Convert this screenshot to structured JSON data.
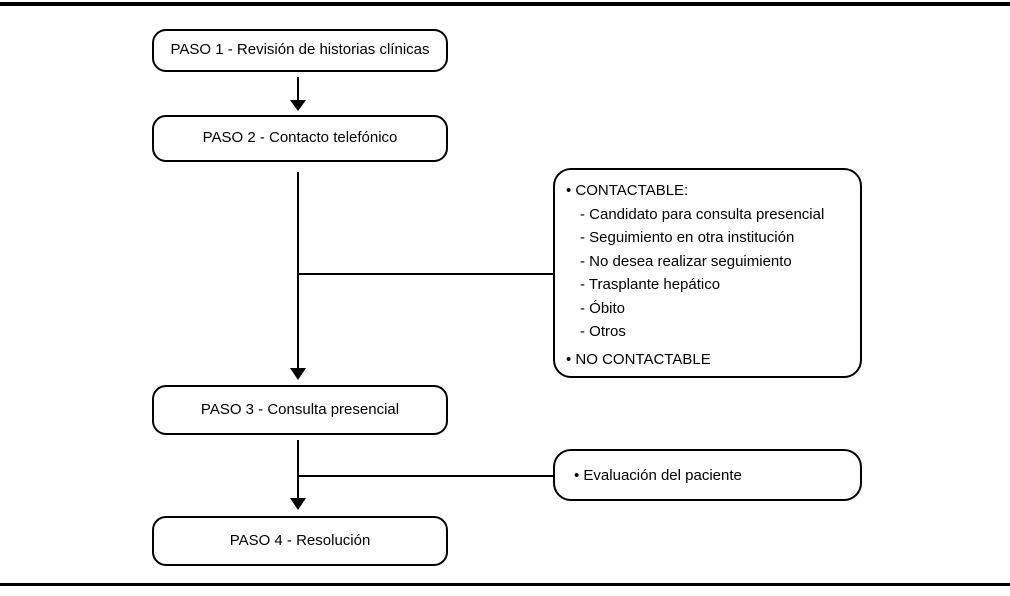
{
  "flow": {
    "colors": {
      "line": "#000000",
      "background": "#ffffff",
      "text": "#000000"
    },
    "steps": [
      {
        "label": "PASO 1 - Revisión de historias clínicas"
      },
      {
        "label": "PASO 2 - Contacto telefónico"
      },
      {
        "label": "PASO 3 - Consulta presencial"
      },
      {
        "label": "PASO 4 - Resolución"
      }
    ],
    "contact_outcomes": {
      "header": "• CONTACTABLE:",
      "items": [
        "- Candidato para consulta presencial",
        "- Seguimiento en otra institución",
        "- No desea realizar seguimiento",
        "- Trasplante hepático",
        "- Óbito",
        "- Otros"
      ],
      "footer": "• NO CONTACTABLE"
    },
    "evaluation": {
      "label": "• Evaluación del paciente"
    }
  }
}
